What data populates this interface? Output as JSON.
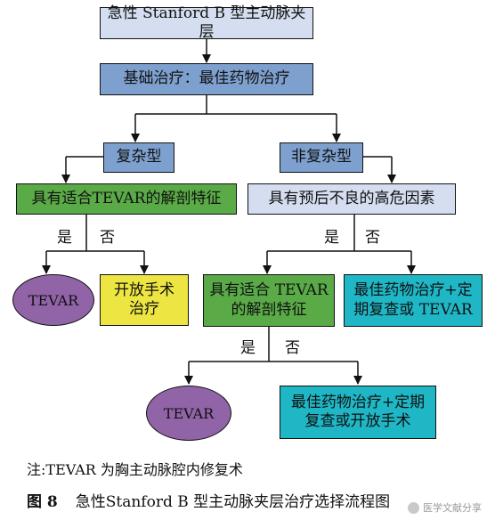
{
  "colors": {
    "lavender": "#d5def0",
    "blue": "#7ea0ce",
    "green": "#5aaa47",
    "yellow": "#ece542",
    "purple": "#9164a8",
    "teal": "#1fb7c6"
  },
  "nodes": {
    "title": "急性 Stanford B 型主动脉夹层",
    "basic": "基础治疗：最佳药物治疗",
    "complex": "复杂型",
    "noncomplex": "非复杂型",
    "anatomy_left": "具有适合TEVAR的解剖特征",
    "risk": "具有预后不良的高危因素",
    "tevar1": "TEVAR",
    "open1_line1": "开放手术",
    "open1_line2": "治疗",
    "anatomy_mid_line1": "具有适合 TEVAR",
    "anatomy_mid_line2": "的解剖特征",
    "best1_line1": "最佳药物治疗+定",
    "best1_line2": "期复查或 TEVAR",
    "tevar2": "TEVAR",
    "best2_line1": "最佳药物治疗+定期",
    "best2_line2": "复查或开放手术"
  },
  "labels": {
    "yes": "是",
    "no": "否"
  },
  "note": "注:TEVAR 为胸主动脉腔内修复术",
  "caption": {
    "figure": "图 8",
    "text": "急性Stanford B 型主动脉夹层治疗选择流程图"
  },
  "watermark": "医学文献分享"
}
